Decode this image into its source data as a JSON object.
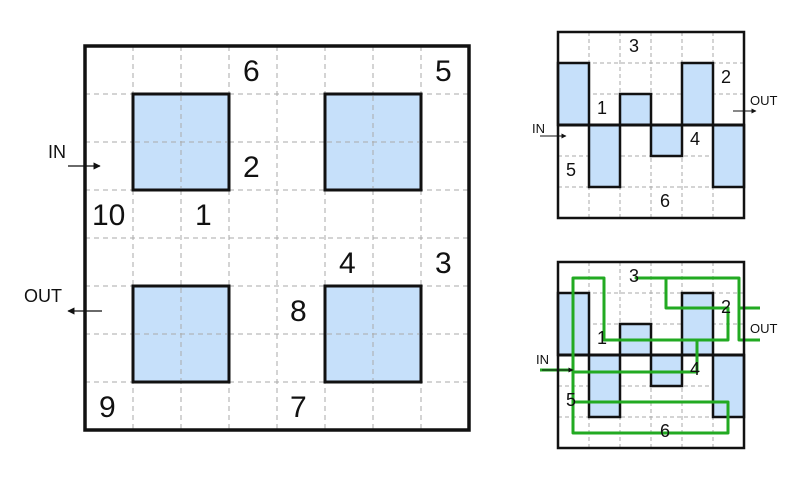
{
  "colors": {
    "border": "#111111",
    "grid": "#aaaaaa",
    "block_fill": "#c6e0fa",
    "path": "#22aa22",
    "arrow": "#111111"
  },
  "main_puzzle": {
    "in_label": "IN",
    "out_label": "OUT",
    "numbers": [
      "6",
      "5",
      "2",
      "10",
      "1",
      "4",
      "3",
      "8",
      "9",
      "7"
    ]
  },
  "example_top": {
    "in_label": "IN",
    "out_label": "OUT",
    "numbers": [
      "3",
      "2",
      "1",
      "4",
      "5",
      "6"
    ]
  },
  "example_bottom": {
    "in_label": "IN",
    "out_label": "OUT",
    "numbers": [
      "3",
      "2",
      "1",
      "4",
      "5",
      "6"
    ]
  }
}
